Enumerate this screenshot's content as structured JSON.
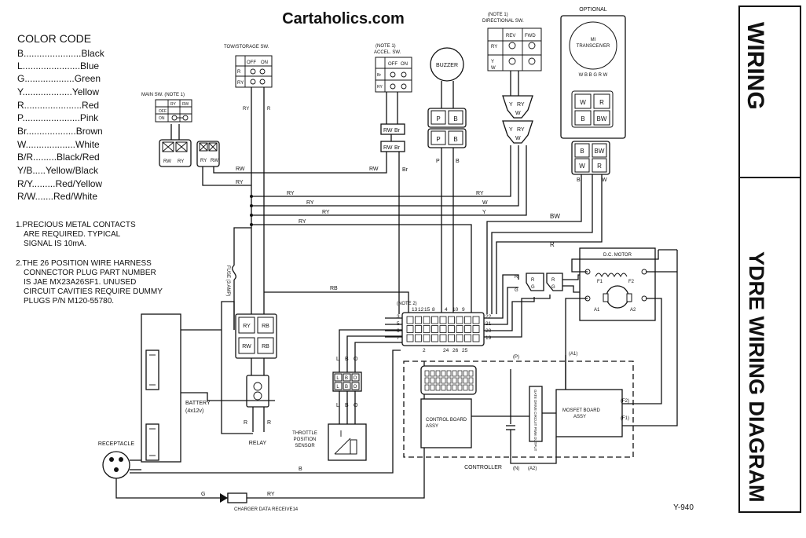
{
  "site_title": "Cartaholics.com",
  "title_panel": {
    "wiring": "WIRING",
    "diagram": "YDRE WIRING DIAGRAM"
  },
  "figure_id": "Y-940",
  "color_code": {
    "heading": "COLOR CODE",
    "entries": [
      {
        "code": "B",
        "dots": "......................",
        "name": "Black"
      },
      {
        "code": "L",
        "dots": "......................",
        "name": "Blue"
      },
      {
        "code": "G",
        "dots": "...................",
        "name": "Green"
      },
      {
        "code": "Y",
        "dots": "...................",
        "name": "Yellow"
      },
      {
        "code": "R",
        "dots": "......................",
        "name": "Red"
      },
      {
        "code": "P",
        "dots": "......................",
        "name": "Pink"
      },
      {
        "code": "Br",
        "dots": "...................",
        "name": "Brown"
      },
      {
        "code": "W",
        "dots": "...................",
        "name": "White"
      },
      {
        "code": "B/R",
        "dots": ".........",
        "name": "Black/Red"
      },
      {
        "code": "Y/B",
        "dots": ".....",
        "name": "Yellow/Black"
      },
      {
        "code": "R/Y",
        "dots": ".........",
        "name": "Red/Yellow"
      },
      {
        "code": "R/W",
        "dots": ".......",
        "name": "Red/White"
      }
    ]
  },
  "notes": [
    {
      "lines": [
        "1.PRECIOUS METAL CONTACTS",
        "ARE REQUIRED. TYPICAL",
        "SIGNAL IS 10mA."
      ]
    },
    {
      "lines": [
        "2.THE 26 POSITION WIRE HARNESS",
        "CONNECTOR PLUG PART NUMBER",
        "IS JAE MX23A26SF1. UNUSED",
        "CIRCUIT CAVITIES REQUIRE DUMMY",
        "PLUGS P/N M120-55780."
      ]
    }
  ],
  "components": {
    "main_sw": "MAIN SW. (NOTE 1)",
    "main_sw_cols": [
      "OFF",
      "ON",
      "RY",
      "RW"
    ],
    "tow_storage_sw": "TOW/STORAGE SW.",
    "tow_cols": [
      "OFF",
      "ON",
      "R",
      "RY",
      "RW",
      "R"
    ],
    "accel_sw": [
      "(NOTE 1)",
      "ACCEL. SW."
    ],
    "accel_cols": [
      "OFF",
      "ON",
      "Br",
      "RY",
      "RW"
    ],
    "buzzer": "BUZZER",
    "directional_sw": [
      "(NOTE 1)",
      "DIRECTIONAL SW."
    ],
    "dir_cols": [
      "REV",
      "FWD",
      "RY",
      "Y",
      "W"
    ],
    "optional": "OPTIONAL",
    "transceiver": [
      "MI",
      "TRANSCEIVER"
    ],
    "transceiver_wires": "W B B G R W",
    "dc_motor": "D.C. MOTOR",
    "fuse": "FUSE (3 AMP)",
    "battery": [
      "BATTERY",
      "(4x12v)"
    ],
    "receptacle": "RECEPTACLE",
    "relay": "RELAY",
    "throttle": [
      "THROTTLE",
      "POSITION",
      "SENSOR"
    ],
    "controller": "CONTROLLER",
    "control_board": [
      "CONTROL BOARD",
      "ASSY"
    ],
    "gate_drive": "GATE DRIVE CIRCUIT PWM OUTPUT",
    "mosfet_board": [
      "MOSFET BOARD",
      "ASSY"
    ],
    "charger": "CHARGER DATA RECEIVE14",
    "note2": "(NOTE 2)",
    "motor_terminals": [
      "F1",
      "F2",
      "A1",
      "A2"
    ],
    "controller_terminals": [
      "(P)",
      "(A1)",
      "(F2)",
      "(F1)",
      "(N)",
      "(A2)"
    ]
  },
  "wire_labels": {
    "RY": "RY",
    "R": "R",
    "RW": "RW",
    "Br": "Br",
    "Y": "Y",
    "W": "W",
    "P": "P",
    "B": "B",
    "BW": "BW",
    "G": "G",
    "L": "L",
    "O": "O",
    "RB": "RB"
  },
  "connector_pins": {
    "top": [
      "13",
      "12",
      "15",
      "8",
      "4",
      "10",
      "9"
    ],
    "left": [
      "3",
      "5",
      "6",
      "7"
    ],
    "right": [
      "22",
      "21",
      "20",
      "19"
    ],
    "bottom": [
      "2",
      "24",
      "26",
      "25"
    ]
  },
  "pin_labels": {
    "tow": [
      "RY",
      "RB",
      "RW",
      "RB"
    ],
    "p_pair": [
      "P",
      "B",
      "P",
      "B"
    ],
    "wr_pair": [
      "W",
      "R",
      "B",
      "BW"
    ],
    "throttle_pins": [
      "L",
      "B",
      "O"
    ]
  }
}
